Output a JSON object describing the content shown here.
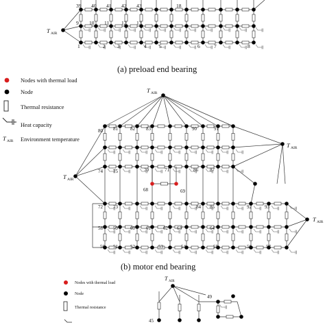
{
  "top_section": {
    "caption": "(a)  preload end bearing",
    "node_labels": [
      "39",
      "40",
      "41",
      "42",
      "43",
      "18",
      "9",
      "10",
      "11",
      "12",
      "13",
      "1",
      "2",
      "3",
      "4",
      "5",
      "6",
      "7",
      "8"
    ],
    "env_label": "T_AIR"
  },
  "legend": {
    "items": [
      {
        "icon": "red-node-icon",
        "label": "Nodes with thermal load"
      },
      {
        "icon": "black-node-icon",
        "label": "Node"
      },
      {
        "icon": "resistor-icon",
        "label": "Thermal resistance"
      },
      {
        "icon": "capacitor-icon",
        "label": "Heat capacity"
      },
      {
        "icon": "tair-symbol",
        "label": "Environment temperature"
      }
    ],
    "tair_symbol": "T_AIR"
  },
  "middle_section": {
    "caption": "(b)  motor end bearing",
    "env_label": "T_AIR",
    "node_labels": [
      "80",
      "81",
      "82",
      "83",
      "90",
      "91",
      "74",
      "75",
      "70",
      "71",
      "86",
      "87",
      "68",
      "69",
      "72",
      "73",
      "84",
      "85",
      "92",
      "93",
      "58",
      "59",
      "60",
      "61",
      "62",
      "63",
      "64",
      "50",
      "51",
      "52",
      "53",
      "54",
      "55",
      "56",
      "57"
    ]
  },
  "bottom_section": {
    "legend_items": [
      {
        "icon": "red-node-icon",
        "label": "Nodes with thermal load"
      },
      {
        "icon": "black-node-icon",
        "label": "Node"
      },
      {
        "icon": "resistor-icon",
        "label": "Thermal resistance"
      }
    ],
    "env_label": "T_AIR",
    "node_labels": [
      "49",
      "45"
    ]
  },
  "colors": {
    "node": "#000000",
    "thermal_load_node": "#d81e1e",
    "edge": "#333333"
  }
}
